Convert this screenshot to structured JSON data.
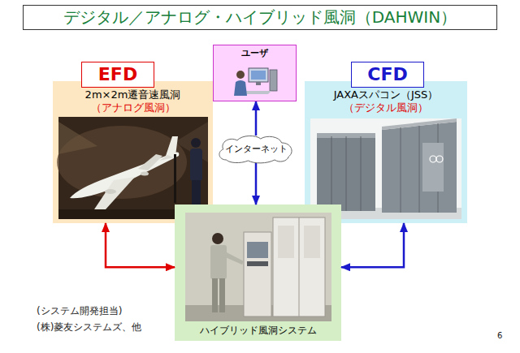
{
  "diagram": {
    "title": "デジタル／アナログ・ハイブリッド風洞（DAHWIN）",
    "nodes": [
      {
        "text": [
          "2m×2m遷音速風洞",
          "（アナログ風洞）"
        ]
      },
      {
        "text": [
          "EFD"
        ],
        "in": 0
      },
      {
        "text": [
          "ユーザ"
        ]
      },
      {
        "text": [
          "JAXAスパコン（JSS）",
          "（デジタル風洞）"
        ]
      },
      {
        "text": [
          "CFD"
        ],
        "in": 3
      },
      {
        "text": [
          "インターネット"
        ]
      },
      {
        "text": [
          "ハイブリッド風洞システム"
        ]
      }
    ],
    "edges": [
      {
        "from": 5,
        "to": 2,
        "arrow": "to"
      },
      {
        "from": 5,
        "to": 6,
        "arrow": "to"
      },
      {
        "from": 0,
        "to": 6,
        "arrow": "both"
      },
      {
        "from": 3,
        "to": 6,
        "arrow": "both"
      }
    ],
    "labels": [
      "(システム開発担当)",
      "(株)菱友システムズ、他",
      "6"
    ]
  }
}
